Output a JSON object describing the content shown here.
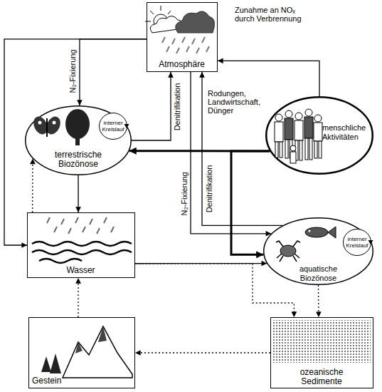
{
  "diagram": {
    "nodes": [
      {
        "text": [
          "Atmosphäre"
        ]
      },
      {
        "text": [
          "terrestrische Biozönose"
        ]
      },
      {
        "text": [
          "interner Kreislauf"
        ],
        "in": 1
      },
      {
        "text": [
          "menschliche Aktivitäten"
        ]
      },
      {
        "text": [
          "Wasser"
        ]
      },
      {
        "text": [
          "aquatische Biozönose"
        ]
      },
      {
        "text": [
          "interner Kreislauf"
        ],
        "in": 5
      },
      {
        "text": [
          "Gestein"
        ]
      },
      {
        "text": [
          "ozeanische Sedimente"
        ]
      }
    ],
    "edges": [
      {
        "from": 0,
        "to": 1,
        "label": "N₂-Fixierung",
        "arrow": "to"
      },
      {
        "from": 1,
        "to": 0,
        "label": "Denitrifikation",
        "arrow": "to"
      },
      {
        "from": 0,
        "to": 5,
        "label": "N₂-Fixierung",
        "arrow": "to"
      },
      {
        "from": 5,
        "to": 0,
        "label": "Denitrifikation",
        "arrow": "to"
      },
      {
        "from": 3,
        "to": 0,
        "label": "Zunahme an NOₓ durch Verbrennung",
        "arrow": "to"
      },
      {
        "from": 3,
        "to": 1,
        "label": "Rodungen, Landwirtschaft, Dünger",
        "arrow": "to"
      },
      {
        "from": 3,
        "to": 5,
        "arrow": "to"
      },
      {
        "from": 0,
        "to": 4,
        "arrow": "to"
      },
      {
        "from": 1,
        "to": 4,
        "arrow": "to"
      },
      {
        "from": 4,
        "to": 1,
        "arrow": "to"
      },
      {
        "from": 4,
        "to": 5,
        "arrow": "to"
      },
      {
        "from": 4,
        "to": 8,
        "arrow": "to"
      },
      {
        "from": 5,
        "to": 8,
        "arrow": "to"
      },
      {
        "from": 8,
        "to": 7,
        "arrow": "to"
      },
      {
        "from": 7,
        "to": 4,
        "arrow": "to"
      }
    ]
  }
}
